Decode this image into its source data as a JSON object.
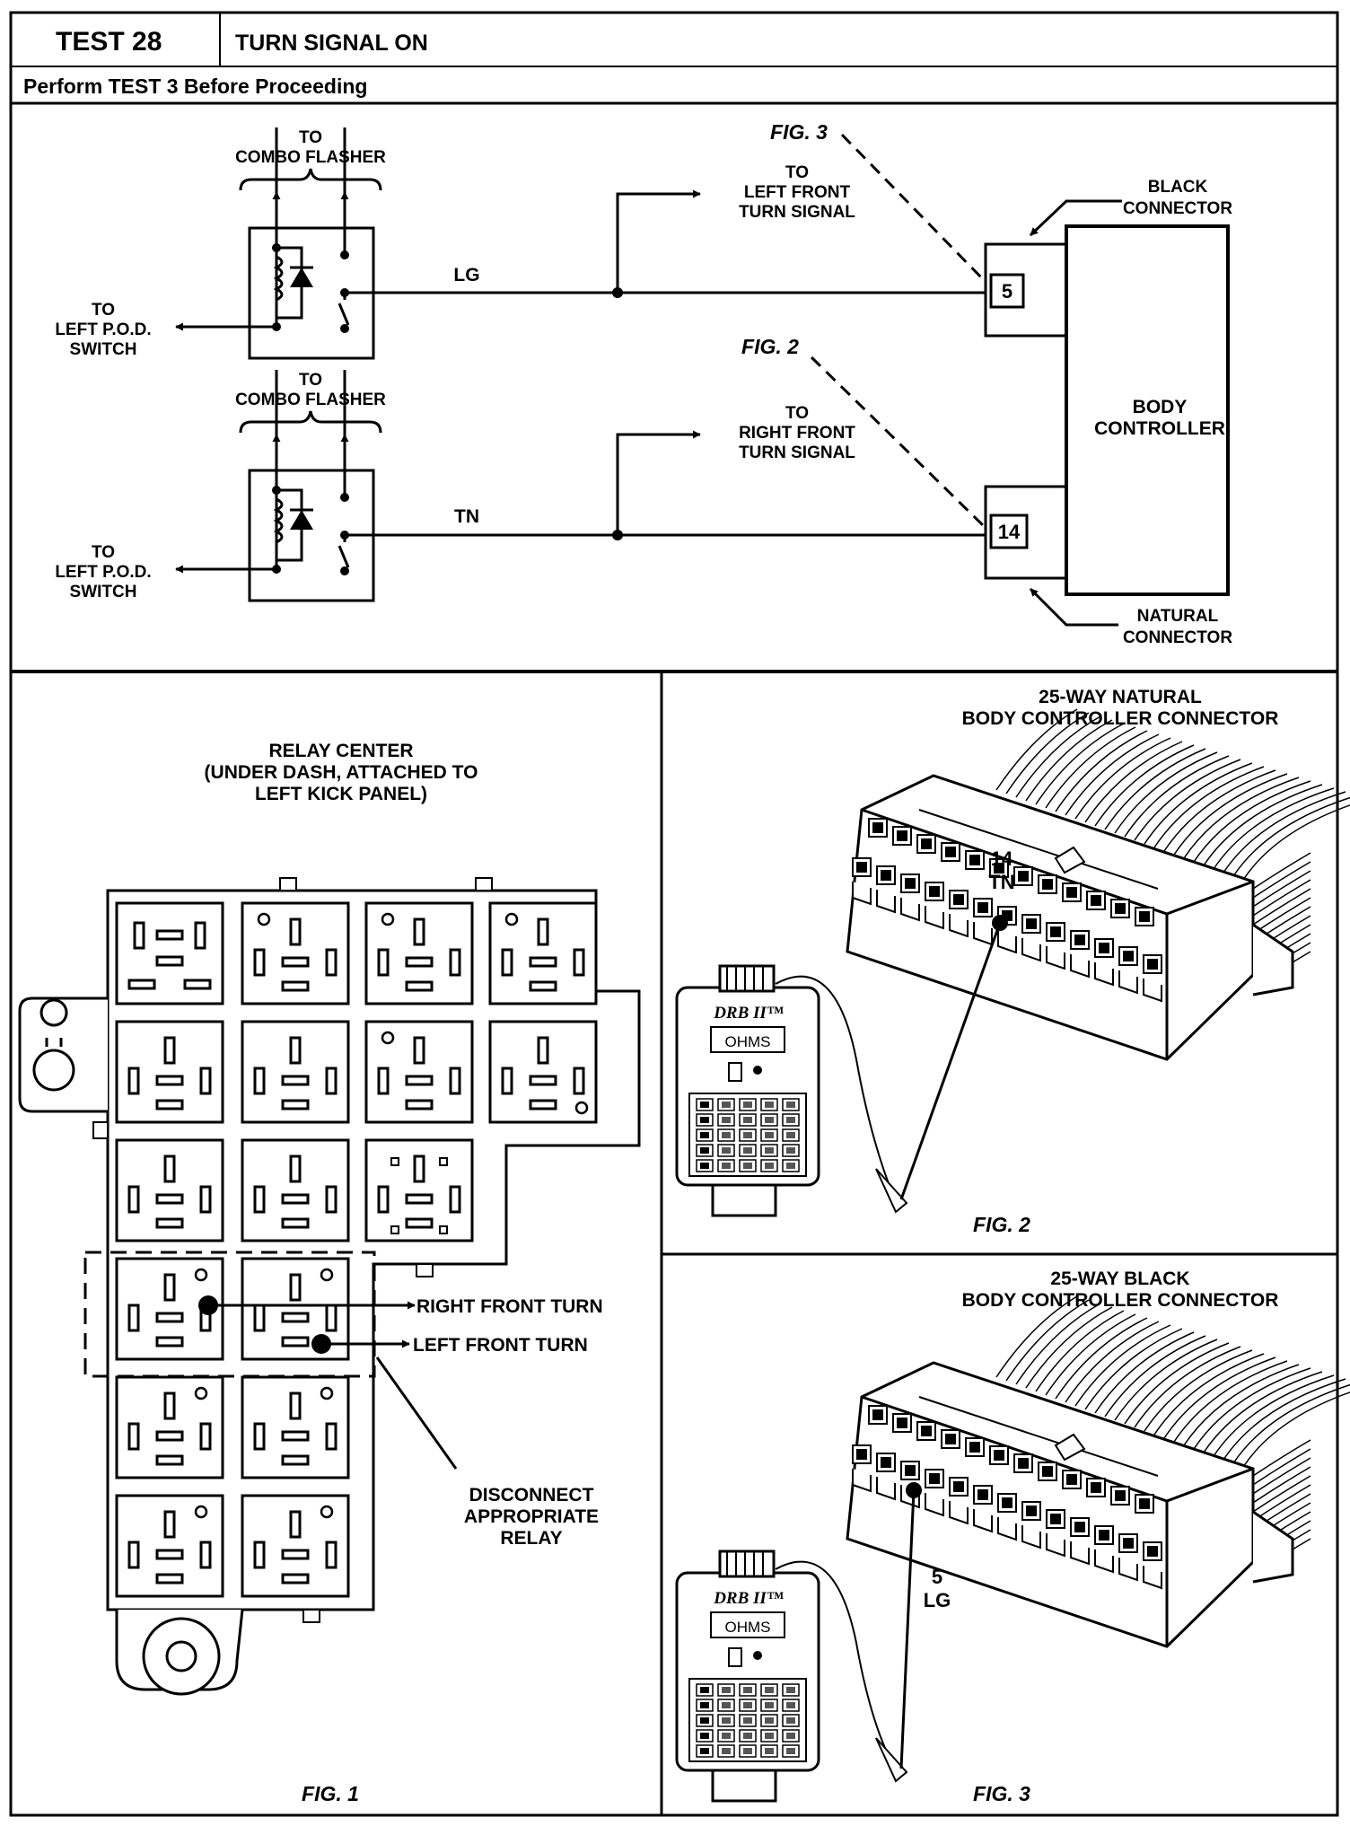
{
  "header": {
    "test_number": "TEST 28",
    "test_title": "TURN SIGNAL ON",
    "prerequisite": "Perform TEST 3 Before Proceeding"
  },
  "schematic": {
    "relay_top_output": [
      "TO",
      "COMBO FLASHER"
    ],
    "relay_top_input": [
      "TO",
      "LEFT P.O.D.",
      "SWITCH"
    ],
    "relay_bottom_output": [
      "TO",
      "COMBO FLASHER"
    ],
    "relay_bottom_input": [
      "TO",
      "LEFT P.O.D.",
      "SWITCH"
    ],
    "wire_top": "LG",
    "wire_bottom": "TN",
    "branch_top": [
      "TO",
      "LEFT FRONT",
      "TURN SIGNAL"
    ],
    "branch_bottom": [
      "TO",
      "RIGHT FRONT",
      "TURN SIGNAL"
    ],
    "fig_ref_top": "FIG. 3",
    "fig_ref_bottom": "FIG. 2",
    "black_connector": [
      "BLACK",
      "CONNECTOR"
    ],
    "natural_connector": [
      "NATURAL",
      "CONNECTOR"
    ],
    "pin_top": "5",
    "pin_bottom": "14",
    "body_controller": [
      "BODY",
      "CONTROLLER"
    ]
  },
  "fig1": {
    "title": [
      "RELAY CENTER",
      "(UNDER DASH, ATTACHED TO",
      "LEFT KICK PANEL)"
    ],
    "callout_right": "RIGHT FRONT TURN",
    "callout_left": "LEFT FRONT TURN",
    "callout_disconnect": [
      "DISCONNECT",
      "APPROPRIATE",
      "RELAY"
    ],
    "caption": "FIG. 1"
  },
  "fig2": {
    "title": [
      "25-WAY NATURAL",
      "BODY CONTROLLER CONNECTOR"
    ],
    "pin_number": "14",
    "pin_color": "TN",
    "tester_brand": "DRB II™",
    "tester_mode": "OHMS",
    "caption": "FIG. 2"
  },
  "fig3": {
    "title": [
      "25-WAY BLACK",
      "BODY CONTROLLER CONNECTOR"
    ],
    "pin_number": "5",
    "pin_color": "LG",
    "tester_brand": "DRB II™",
    "tester_mode": "OHMS",
    "caption": "FIG. 3"
  }
}
